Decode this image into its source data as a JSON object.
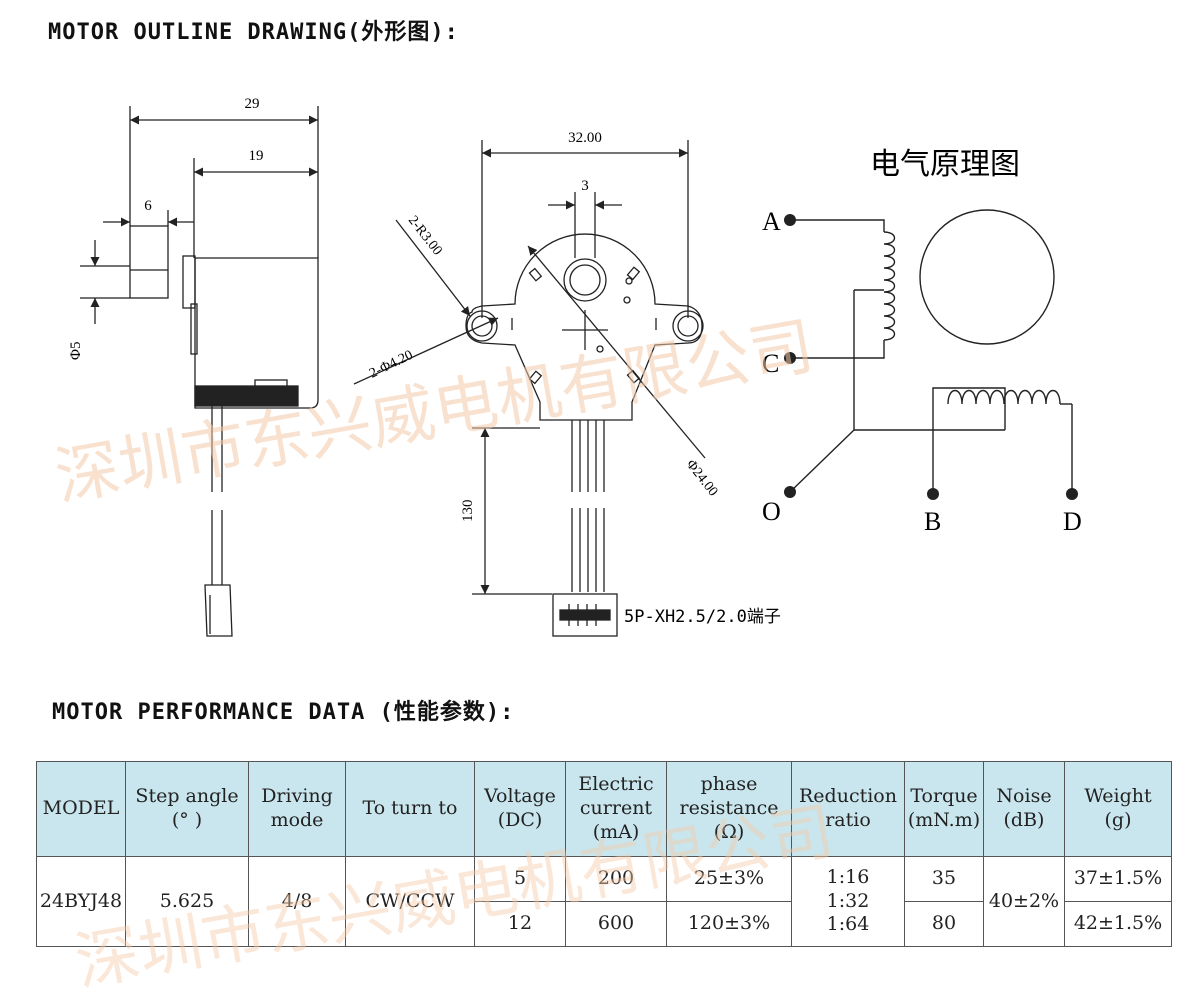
{
  "headings": {
    "outline": "MOTOR OUTLINE DRAWING(外形图):",
    "performance": "MOTOR PERFORMANCE DATA (性能参数):"
  },
  "drawing": {
    "dims": {
      "d29": "29",
      "d19": "19",
      "d6": "6",
      "d5": "Φ5",
      "d32": "32.00",
      "d3": "3",
      "r3": "2-R3.00",
      "d42": "2-Φ4.20",
      "d24": "Φ24.00",
      "d130": "130"
    },
    "connector": "5P-XH2.5/2.0端子",
    "schematic": {
      "title": "电气原理图",
      "terminals": [
        "A",
        "C",
        "O",
        "B",
        "D"
      ]
    }
  },
  "watermark": "深圳市东兴威电机有限公司",
  "table": {
    "headers": [
      "MODEL",
      "Step angle\n(° )",
      "Driving\nmode",
      "To turn to",
      "Voltage\n(DC)",
      "Electric\ncurrent\n(mA)",
      "phase\nresistance\n(Ω)",
      "Reduction\nratio",
      "Torque\n(mN.m)",
      "Noise\n(dB)",
      "Weight\n(g)"
    ],
    "model": "24BYJ48",
    "step_angle": "5.625",
    "driving_mode": "4/8",
    "turn": "CW/CCW",
    "rows": [
      {
        "voltage": "5",
        "current": "200",
        "resistance": "25±3%",
        "torque": "35",
        "weight": "37±1.5%"
      },
      {
        "voltage": "12",
        "current": "600",
        "resistance": "120±3%",
        "torque": "80",
        "weight": "42±1.5%"
      }
    ],
    "ratios": [
      "1:16",
      "1:32",
      "1:64"
    ],
    "noise": "40±2%"
  }
}
